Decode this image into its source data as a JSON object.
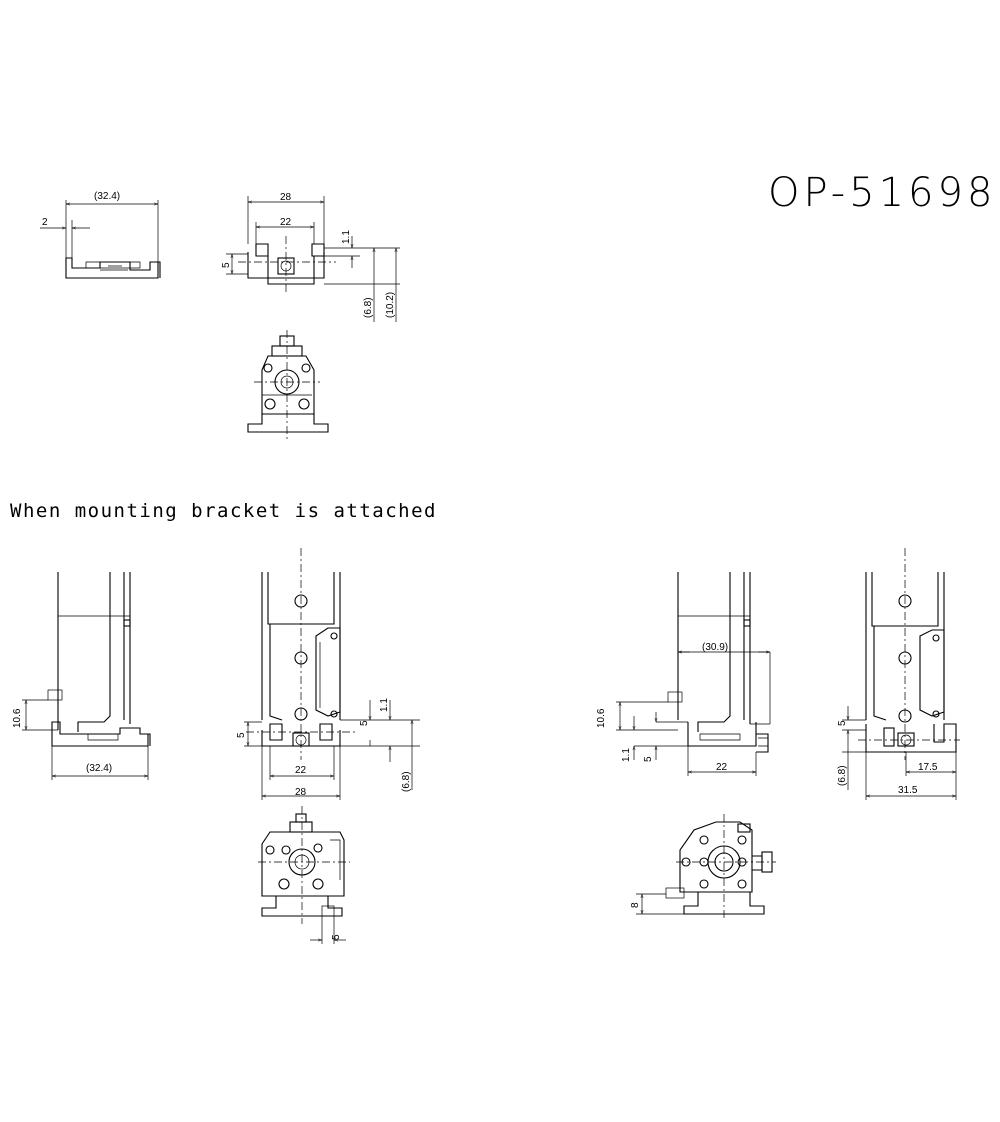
{
  "drawing": {
    "part_number": "OP-51698",
    "mounting_note": "When mounting bracket is attached"
  },
  "dims": {
    "top_left_width": "(32.4)",
    "top_left_offset": "2",
    "top_front_outer": "28",
    "top_front_inner": "22",
    "top_front_h5": "5",
    "top_front_t11": "1.1",
    "top_front_h68": "(6.8)",
    "top_front_h102": "(10.2)",
    "mb1_h106": "10.6",
    "mb1_width": "(32.4)",
    "mb2_h5": "5",
    "mb2_r5": "5",
    "mb2_r11": "1.1",
    "mb2_inner": "22",
    "mb2_outer": "28",
    "mb2_h68": "(6.8)",
    "mb2_bottom5": "5",
    "mb3_top": "(30.9)",
    "mb3_h106": "10.6",
    "mb3_h11": "1.1",
    "mb3_h5": "5",
    "mb3_w22": "22",
    "mb4_h5": "5",
    "mb4_h68": "(6.8)",
    "mb4_w175": "17.5",
    "mb4_w315": "31.5",
    "mb3_bottom8": "8"
  }
}
